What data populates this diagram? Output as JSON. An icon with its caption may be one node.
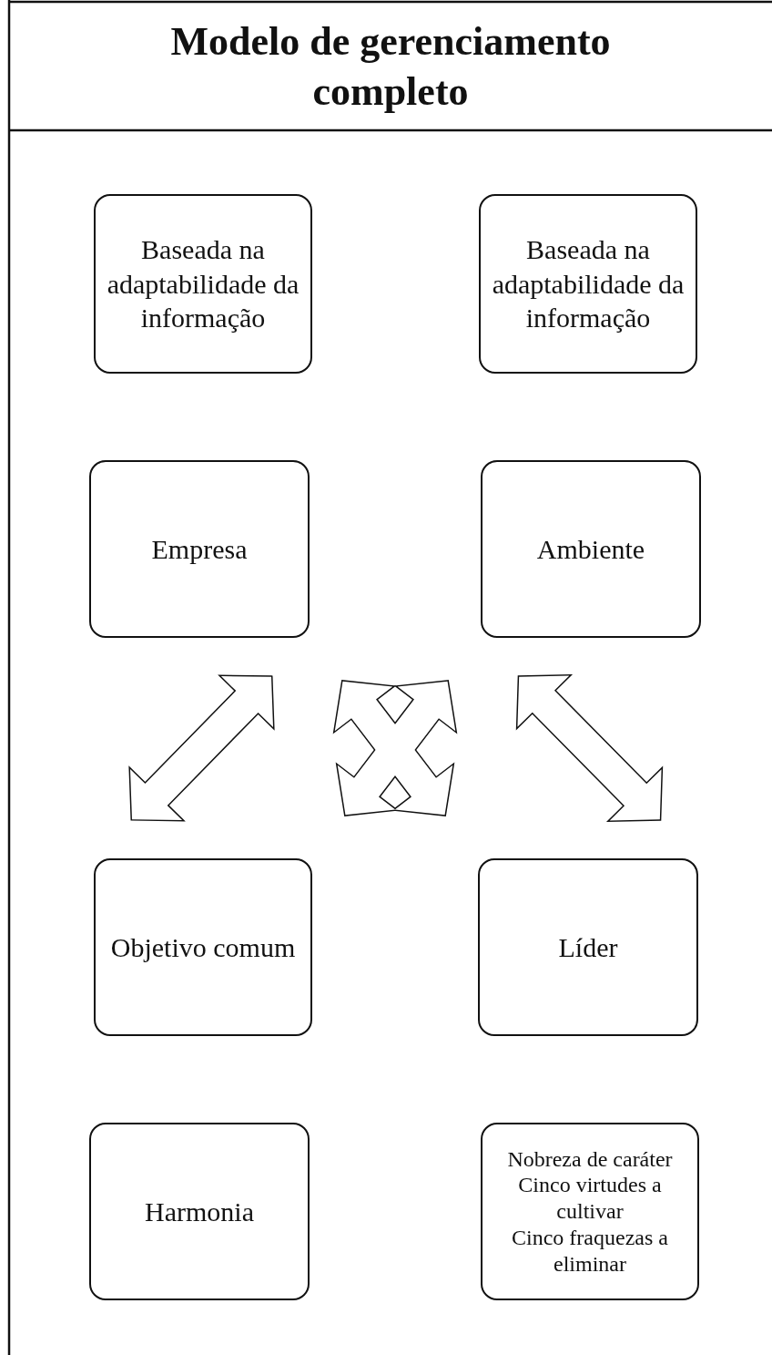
{
  "diagram": {
    "title": "Modelo de gerenciamento completo",
    "nodes": [
      {
        "text": [
          "Baseada na adaptabilidade da informação"
        ]
      },
      {
        "text": [
          "Baseada na adaptabilidade da informação"
        ]
      },
      {
        "text": [
          "Empresa"
        ]
      },
      {
        "text": [
          "Ambiente"
        ]
      },
      {
        "text": [
          "Objetivo comum"
        ]
      },
      {
        "text": [
          "Líder"
        ]
      },
      {
        "text": [
          "Harmonia"
        ]
      },
      {
        "text": [
          "Nobreza de caráter",
          "Cinco virtudes a cultivar",
          "Cinco fraquezas a eliminar"
        ]
      }
    ],
    "edges": [
      {
        "from": 2,
        "to": 4,
        "arrow": "both"
      },
      {
        "from": 3,
        "to": 5,
        "arrow": "both"
      },
      {
        "from": 2,
        "to": 5,
        "arrow": "both"
      },
      {
        "from": 3,
        "to": 4,
        "arrow": "both"
      }
    ]
  }
}
